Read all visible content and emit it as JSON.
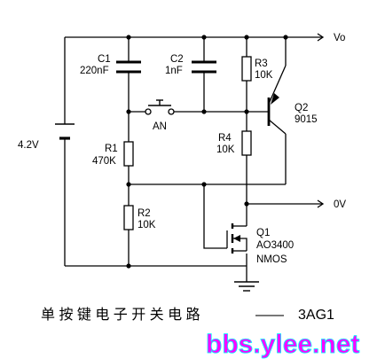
{
  "labels": {
    "vo": "Vo",
    "zero_v": "0V",
    "battery": "4.2V",
    "c1_name": "C1",
    "c1_value": "220nF",
    "c2_name": "C2",
    "c2_value": "1nF",
    "r3_name": "R3",
    "r3_value": "10K",
    "q2_name": "Q2",
    "q2_value": "9015",
    "switch": "AN",
    "r1_name": "R1",
    "r1_value": "470K",
    "r4_name": "R4",
    "r4_value": "10K",
    "r2_name": "R2",
    "r2_value": "10K",
    "q1_name": "Q1",
    "q1_part": "AO3400",
    "q1_type": "NMOS"
  },
  "caption": {
    "title": "单 按 键 电 子 开 关 电 路",
    "dash": "——",
    "code": "3AG1"
  },
  "watermark": "bbs.ylee.net",
  "colors": {
    "wire": "#000000",
    "background": "#ffffff",
    "watermark_fill": "#ff00ff",
    "watermark_edge": "#00ffff"
  }
}
